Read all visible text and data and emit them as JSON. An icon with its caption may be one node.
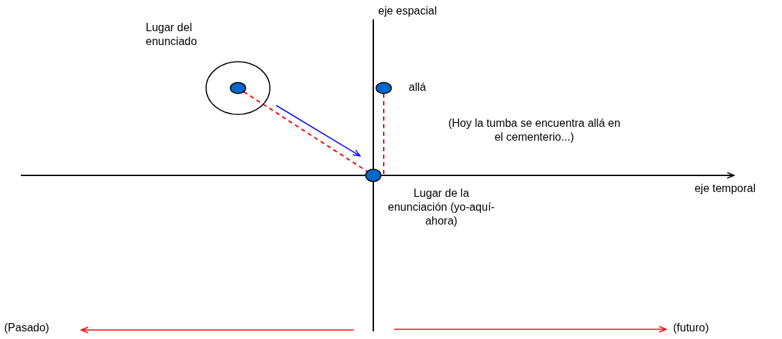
{
  "diagram": {
    "nodes": [
      {
        "text": [],
        "shape": "circle",
        "beside": [
          "Lugar del enunciado"
        ]
      },
      {
        "text": [],
        "shape": "circle",
        "in": 0
      },
      {
        "text": [],
        "shape": "circle",
        "beside": [
          "allá"
        ]
      },
      {
        "text": [],
        "shape": "circle",
        "beside": [
          "Lugar de la enunciación (yo-aquí-ahora)"
        ]
      }
    ],
    "edges": [
      {
        "from": 1,
        "to": 3,
        "arrow": "none",
        "style": "dashed",
        "color": "#ff0000"
      },
      {
        "from": 2,
        "to": 3,
        "arrow": "none",
        "style": "dashed",
        "color": "#ff0000"
      }
    ],
    "labels": [
      "eje espacial",
      "(Hoy la tumba se encuentra allá en el cementerio...)",
      "eje temporal",
      "(Pasado)",
      "(futuro)"
    ]
  }
}
